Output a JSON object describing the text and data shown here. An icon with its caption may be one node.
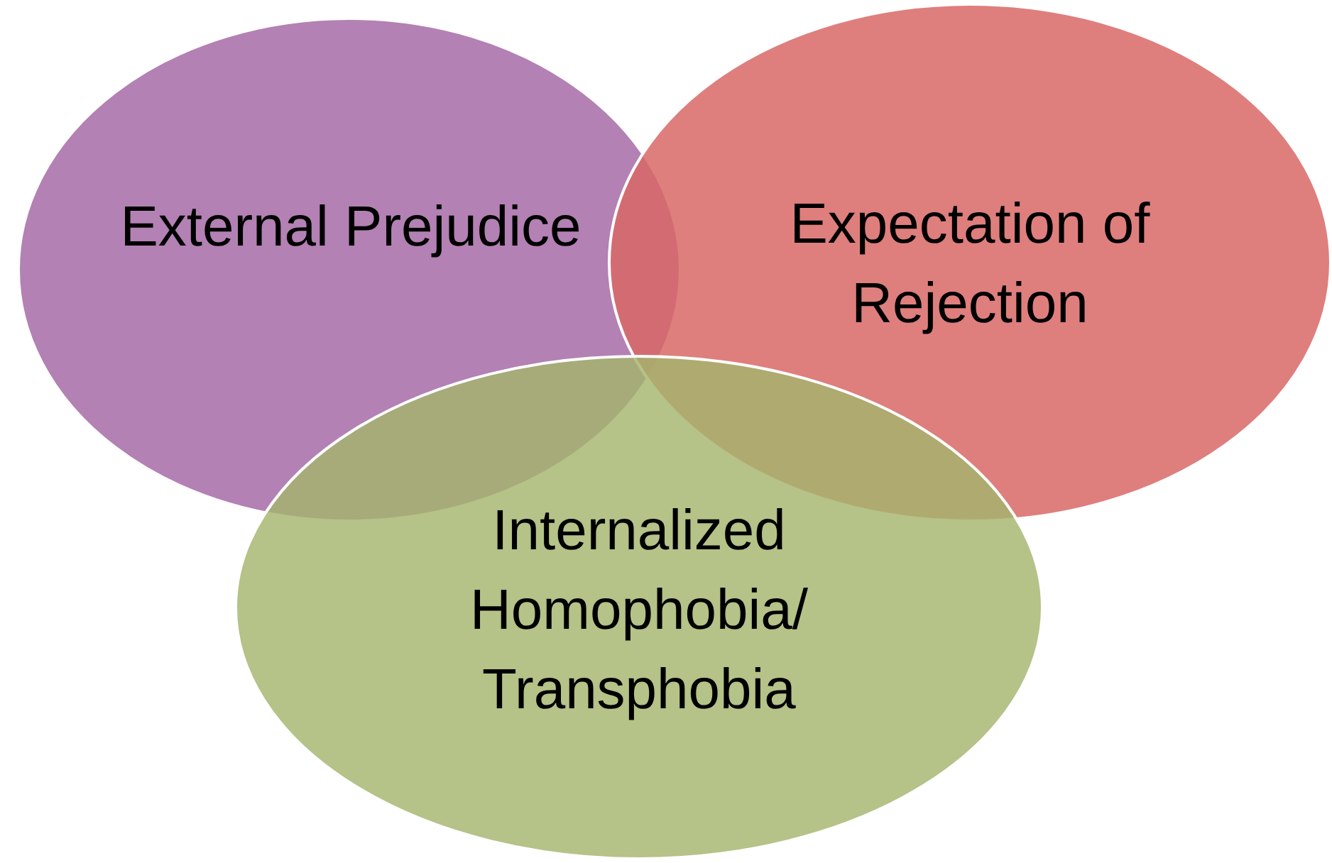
{
  "diagram": {
    "nodes": [
      {
        "text": [
          "External Prejudice"
        ]
      },
      {
        "text": [
          "Expectation of Rejection"
        ]
      },
      {
        "text": [
          "Internalized Homophobia/ Transphobia"
        ]
      }
    ]
  }
}
